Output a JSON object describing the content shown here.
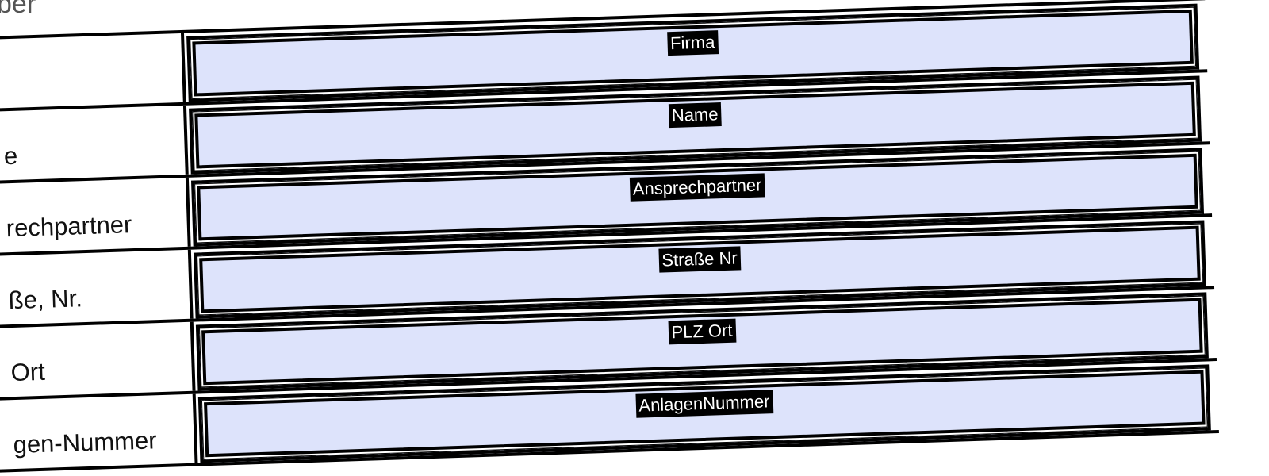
{
  "heading_fragment": "ber",
  "rows": [
    {
      "label": "",
      "field_tag": "Firma"
    },
    {
      "label": "e",
      "field_tag": "Name"
    },
    {
      "label": "rechpartner",
      "field_tag": "Ansprechpartner"
    },
    {
      "label": "ße, Nr.",
      "field_tag": "Straße Nr"
    },
    {
      "label": "Ort",
      "field_tag": "PLZ Ort"
    },
    {
      "label": "gen-Nummer",
      "field_tag": "AnlagenNummer"
    }
  ],
  "colors": {
    "field_background": "#dde3fb",
    "tag_background": "#000000"
  }
}
